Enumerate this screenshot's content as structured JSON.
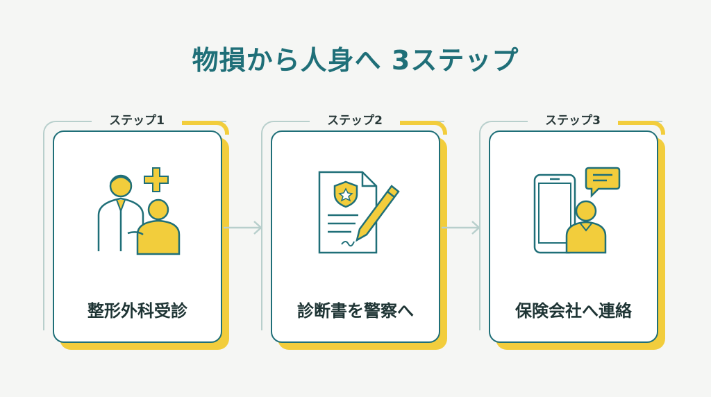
{
  "title": "物損から人身へ 3ステップ",
  "steps": [
    {
      "label": "ステップ1",
      "caption": "整形外科受診",
      "icon": "doctor-patient-icon"
    },
    {
      "label": "ステップ2",
      "caption": "診断書を警察へ",
      "icon": "police-document-icon"
    },
    {
      "label": "ステップ3",
      "caption": "保険会社へ連絡",
      "icon": "phone-contact-icon"
    }
  ],
  "colors": {
    "accent": "#1f6f78",
    "highlight": "#f2cd3c",
    "frame": "#b8cfcc",
    "background": "#f5f6f4"
  }
}
